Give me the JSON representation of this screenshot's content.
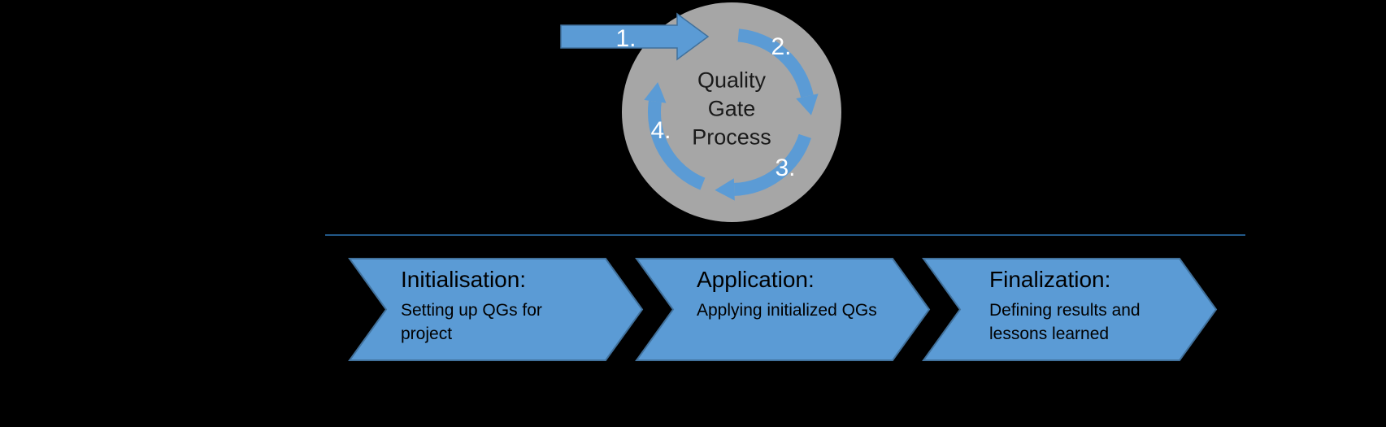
{
  "diagram": {
    "cycle": {
      "title_lines": [
        "Quality",
        "Gate",
        "Process"
      ],
      "step_labels": [
        "1.",
        "2.",
        "3.",
        "4."
      ]
    },
    "process_steps": [
      {
        "title": "Initialisation:",
        "description": "Setting up QGs for project"
      },
      {
        "title": "Application:",
        "description": "Applying initialized QGs"
      },
      {
        "title": "Finalization:",
        "description": "Defining results and lessons learned"
      }
    ],
    "colors": {
      "arrow_fill": "#5B9BD5",
      "arrow_border": "#41719C",
      "circle_fill": "#A6A6A6",
      "divider": "#2E75B6",
      "number_text": "#FFFFFF",
      "body_text": "#000000",
      "background": "#000000"
    }
  }
}
